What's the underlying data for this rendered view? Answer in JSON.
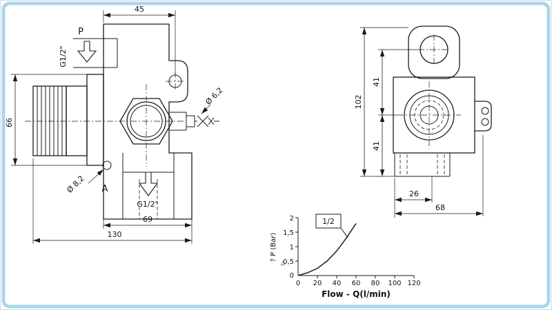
{
  "frame": {
    "border_color": "#a6d8ec",
    "background": "#ffffff"
  },
  "left_view": {
    "port_p_label": "P",
    "port_a_label": "A",
    "thread_top_label": "G1/2\"",
    "thread_bottom_label": "G1/2\"",
    "hole_right_label": "Ø 6,2",
    "hole_left_label": "Ø 8,2",
    "dim_top": "45",
    "dim_left": "66",
    "dim_bottom_inner": "69",
    "dim_bottom_outer": "130"
  },
  "right_view": {
    "dim_total_height": "102",
    "dim_upper": "41",
    "dim_lower": "41",
    "dim_bottom_inner": "26",
    "dim_bottom_outer": "68"
  },
  "chart": {
    "y_axis_label": "? P (Bar)",
    "delta_symbol": "△",
    "x_axis_label": "Flow - Q(l/min)",
    "y_ticks": [
      "2",
      "1,5",
      "1",
      "0,5",
      "0"
    ],
    "x_ticks": [
      "0",
      "20",
      "40",
      "60",
      "80",
      "100",
      "120"
    ],
    "series_tag": "1/2"
  },
  "chart_data": {
    "type": "line",
    "title": "",
    "xlabel": "Flow - Q(l/min)",
    "ylabel": "ΔP (Bar)",
    "xlim": [
      0,
      120
    ],
    "ylim": [
      0,
      2
    ],
    "x_tick_values": [
      0,
      20,
      40,
      60,
      80,
      100,
      120
    ],
    "y_tick_values": [
      0,
      0.5,
      1,
      1.5,
      2
    ],
    "grid": false,
    "legend_position": "boxed label upper-left with leader to curve",
    "series": [
      {
        "name": "1/2",
        "x": [
          0,
          10,
          20,
          30,
          40,
          50,
          60
        ],
        "y": [
          0,
          0.1,
          0.25,
          0.5,
          0.85,
          1.3,
          1.8
        ]
      }
    ]
  }
}
